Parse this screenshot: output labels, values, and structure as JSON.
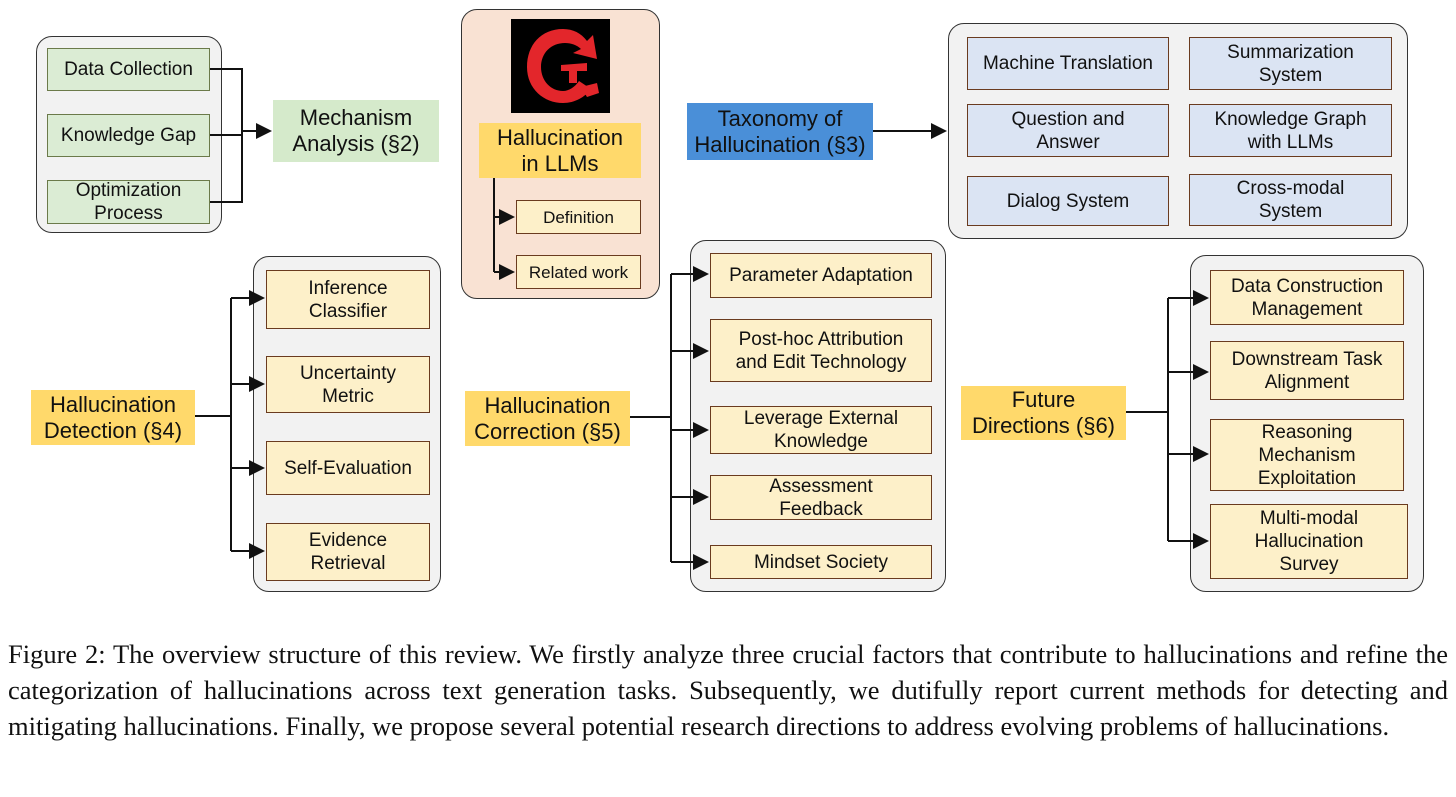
{
  "mechanism": {
    "factors": [
      "Data Collection",
      "Knowledge Gap",
      "Optimization\nProcess"
    ],
    "title": "Mechanism\nAnalysis (§2)"
  },
  "center": {
    "logo_icon": "dolphin-logo-icon",
    "logo_color": "#e3262b",
    "title": "Hallucination\nin LLMs",
    "children": [
      "Definition",
      "Related work"
    ]
  },
  "taxonomy": {
    "title": "Taxonomy of\nHallucination (§3)",
    "tasks": [
      "Machine Translation",
      "Summarization\nSystem",
      "Question and\nAnswer",
      "Knowledge Graph\nwith LLMs",
      "Dialog System",
      "Cross-modal\nSystem"
    ]
  },
  "detection": {
    "title": "Hallucination\nDetection (§4)",
    "methods": [
      "Inference\nClassifier",
      "Uncertainty\nMetric",
      "Self-Evaluation",
      "Evidence\nRetrieval"
    ]
  },
  "correction": {
    "title": "Hallucination\nCorrection (§5)",
    "methods": [
      "Parameter Adaptation",
      "Post-hoc Attribution\nand Edit Technology",
      "Leverage External\nKnowledge",
      "Assessment\nFeedback",
      "Mindset Society"
    ]
  },
  "future": {
    "title": "Future\nDirections (§6)",
    "directions": [
      "Data Construction\nManagement",
      "Downstream Task\nAlignment",
      "Reasoning\nMechanism\nExploitation",
      "Multi-modal\nHallucination\nSurvey"
    ]
  },
  "colors": {
    "highlight_yellow": "#ffd96b",
    "highlight_green": "#d5eacb",
    "highlight_blue": "#4a8fd8",
    "leaf_cream": "#fdf0c9",
    "leaf_blue": "#dbe4f3",
    "leaf_green": "#dbecd4"
  },
  "caption": "Figure 2: The overview structure of this review. We firstly analyze three crucial factors that contribute to hallucinations and refine the categorization of hallucinations across text generation tasks. Subsequently, we dutifully report current methods for detecting and mitigating hallucinations. Finally, we propose several potential research directions to address evolving problems of hallucinations."
}
